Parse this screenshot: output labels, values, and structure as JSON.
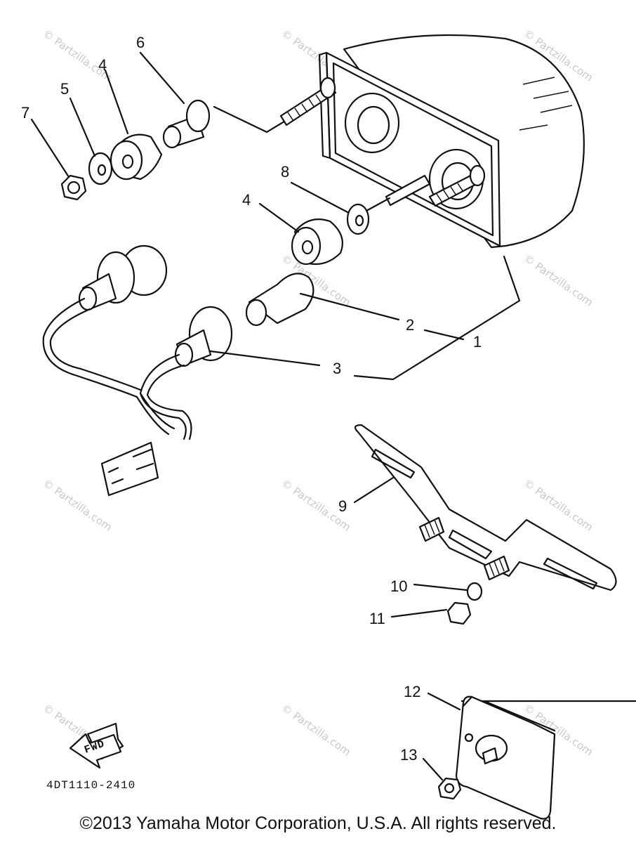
{
  "watermark": "© Partzilla.com",
  "callouts": {
    "c1": "1",
    "c2": "2",
    "c3": "3",
    "c4a": "4",
    "c4b": "4",
    "c5": "5",
    "c6": "6",
    "c7": "7",
    "c8": "8",
    "c9": "9",
    "c10": "10",
    "c11": "11",
    "c12": "12",
    "c13": "13"
  },
  "fwd_label": "FWD",
  "drawing_code": "4DT1110-2410",
  "copyright": "©2013 Yamaha Motor Corporation, U.S.A. All rights reserved."
}
